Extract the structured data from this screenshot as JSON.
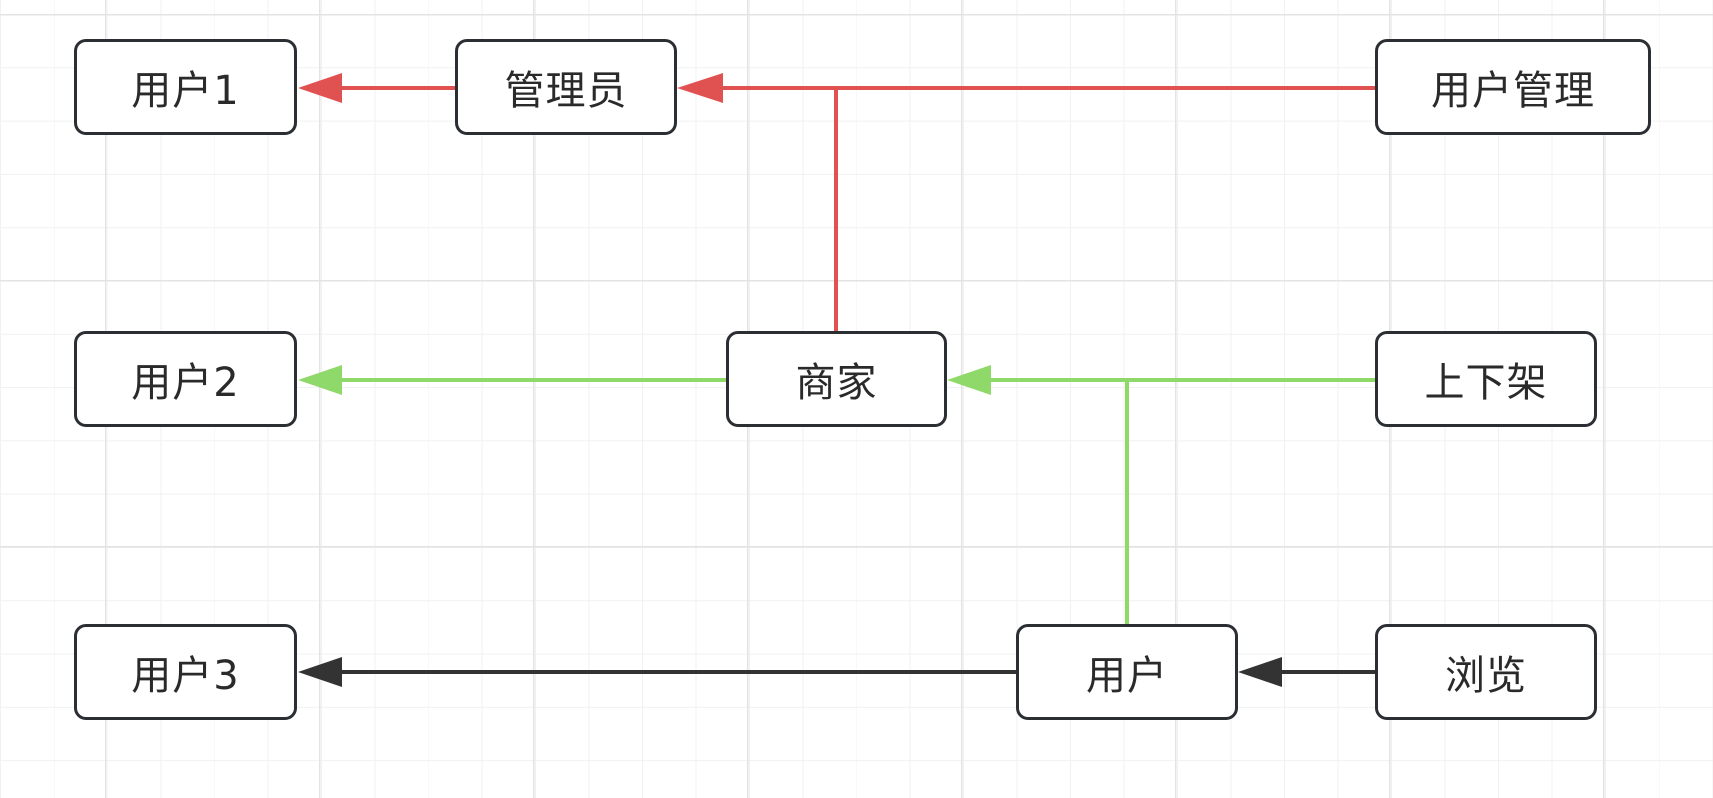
{
  "diagram": {
    "colors": {
      "admin_flow": "#e05252",
      "merchant_flow": "#8fd86a",
      "user_flow": "#333333",
      "node_border": "#2b2f33"
    },
    "nodes": {
      "user1": "用户1",
      "admin": "管理员",
      "user_management": "用户管理",
      "user2": "用户2",
      "merchant": "商家",
      "listing": "上下架",
      "user3": "用户3",
      "user": "用户",
      "browse": "浏览"
    }
  }
}
